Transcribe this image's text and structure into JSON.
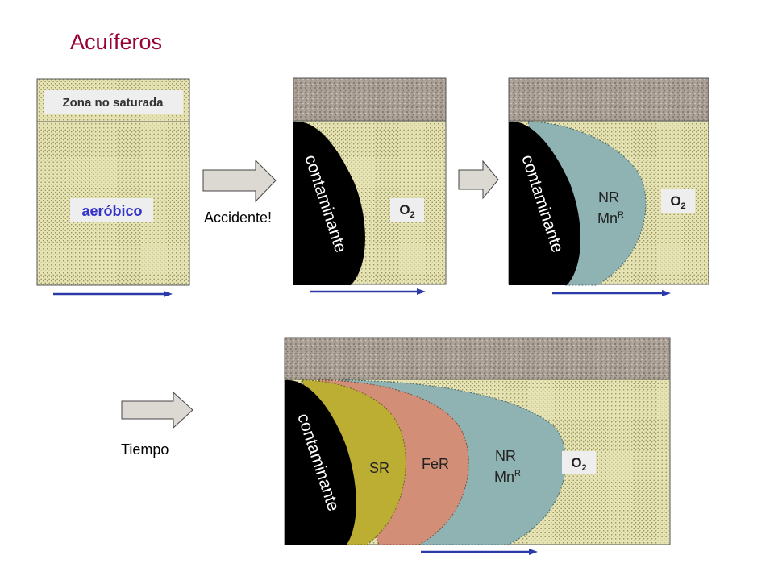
{
  "title": "Acuíferos",
  "colors": {
    "title": "#990033",
    "soil": "#e6e4b4",
    "soil_dot": "#8e8a52",
    "rock": "#a89e94",
    "contaminant": "#000000",
    "nr_mn_zone": "#8fb3b3",
    "fe_zone": "#d28e77",
    "s_zone": "#bcae33",
    "flow_arrow": "#2b3aa8",
    "aerobic_text": "#3333cc",
    "step_arrow_fill": "#dcd9d2"
  },
  "panel1": {
    "zone_label": "Zona no saturada",
    "aerobic_label": "aeróbico"
  },
  "step1": {
    "label": "Accidente!",
    "icon": "right-block-arrow-icon"
  },
  "panel2": {
    "contaminant_label": "contaminante",
    "o2_base": "O",
    "o2_sub": "2"
  },
  "step2": {
    "icon": "right-block-arrow-icon"
  },
  "panel3": {
    "contaminant_label": "contaminante",
    "nr_label": "NR",
    "mn_base": "Mn",
    "mn_sup": "R",
    "o2_base": "O",
    "o2_sub": "2"
  },
  "step3": {
    "label": "Tiempo",
    "icon": "right-block-arrow-icon"
  },
  "panel4": {
    "contaminant_label": "contaminante",
    "sr_label": "SR",
    "fer_label": "FeR",
    "nr_label": "NR",
    "mn_base": "Mn",
    "mn_sup": "R",
    "o2_base": "O",
    "o2_sub": "2"
  }
}
